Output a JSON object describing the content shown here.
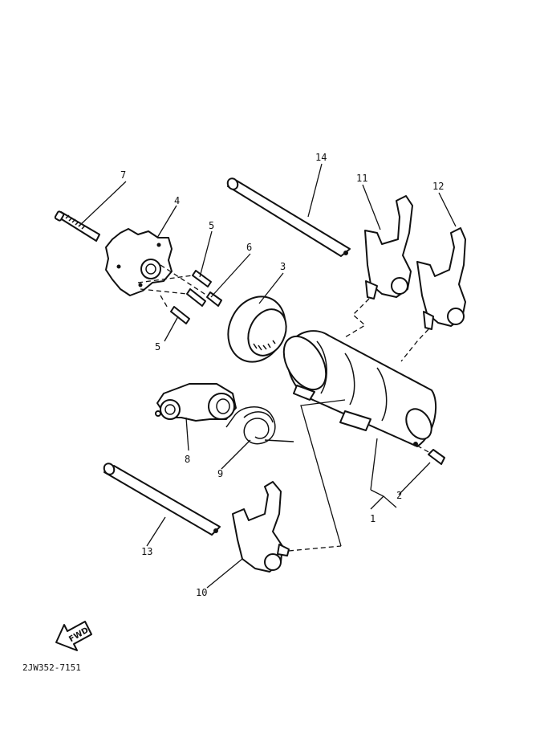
{
  "callouts": {
    "c1": "1",
    "c2": "2",
    "c3": "3",
    "c4": "4",
    "c5a": "5",
    "c5b": "5",
    "c6": "6",
    "c7": "7",
    "c8": "8",
    "c9": "9",
    "c10": "10",
    "c11": "11",
    "c12": "12",
    "c13": "13",
    "c14": "14"
  },
  "fwd_label": "FWD",
  "diagram_code": "2JW352-7151"
}
